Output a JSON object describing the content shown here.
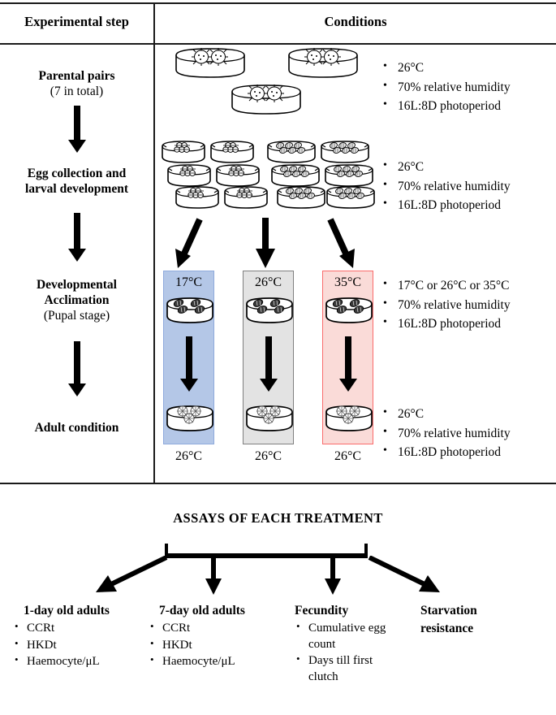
{
  "table": {
    "headers": {
      "step": "Experimental step",
      "conditions": "Conditions"
    },
    "rows": [
      {
        "step_title": "Parental pairs",
        "step_sub": "(7 in total)",
        "conditions": [
          "26°C",
          "70% relative  humidity",
          "16L:8D photoperiod"
        ]
      },
      {
        "step_title_line1": "Egg collection and",
        "step_title_line2": "larval development",
        "conditions": [
          "26°C",
          "70% relative  humidity",
          "16L:8D photoperiod"
        ]
      },
      {
        "step_title_line1": "Developmental",
        "step_title_line2": "Acclimation",
        "step_sub": "(Pupal stage)",
        "conditions": [
          "17°C or 26°C or 35°C",
          "70% relative  humidity",
          "16L:8D photoperiod"
        ]
      },
      {
        "step_title": "Adult condition",
        "conditions": [
          "26°C",
          "70% relative  humidity",
          "16L:8D photoperiod"
        ]
      }
    ]
  },
  "treatments": [
    {
      "name": "cold-acclimation",
      "top_label": "17°C",
      "bottom_label": "26°C",
      "fill": "#b4c7e7",
      "border": "#8faadc"
    },
    {
      "name": "control-acclimation",
      "top_label": "26°C",
      "bottom_label": "26°C",
      "fill": "#e3e3e3",
      "border": "#808080"
    },
    {
      "name": "heat-acclimation",
      "top_label": "35°C",
      "bottom_label": "26°C",
      "fill": "#fadbd8",
      "border": "#fa6b6b"
    }
  ],
  "assays": {
    "title": "ASSAYS OF EACH TREATMENT",
    "columns": [
      {
        "title": "1-day old adults",
        "items": [
          "CCRt",
          "HKDt",
          "Haemocyte/μL"
        ]
      },
      {
        "title": "7-day old adults",
        "items": [
          "CCRt",
          "HKDt",
          "Haemocyte/μL"
        ]
      },
      {
        "title": "Fecundity",
        "items": [
          "Cumulative egg count",
          "Days till first clutch"
        ]
      },
      {
        "title_line1": "Starvation",
        "title_line2": "resistance",
        "items": []
      }
    ]
  }
}
